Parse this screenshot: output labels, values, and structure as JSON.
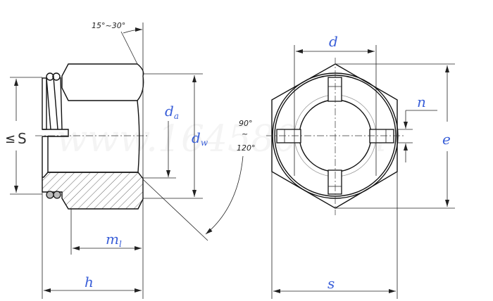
{
  "watermark": "www.164580.com",
  "side_view": {
    "angle_chamfer": "15°~30°",
    "angle_bearing_top": "90°",
    "angle_bearing_mid": "~",
    "angle_bearing_bottom": "120°",
    "label_s_prefix": "≤",
    "label_s": "S",
    "label_da": "d",
    "label_da_sub": "a",
    "label_dw": "d",
    "label_dw_sub": "w",
    "label_m": "m",
    "label_m_sub": "l",
    "label_h": "h"
  },
  "end_view": {
    "label_d": "d",
    "label_e": "e",
    "label_n": "n",
    "label_s": "s"
  }
}
